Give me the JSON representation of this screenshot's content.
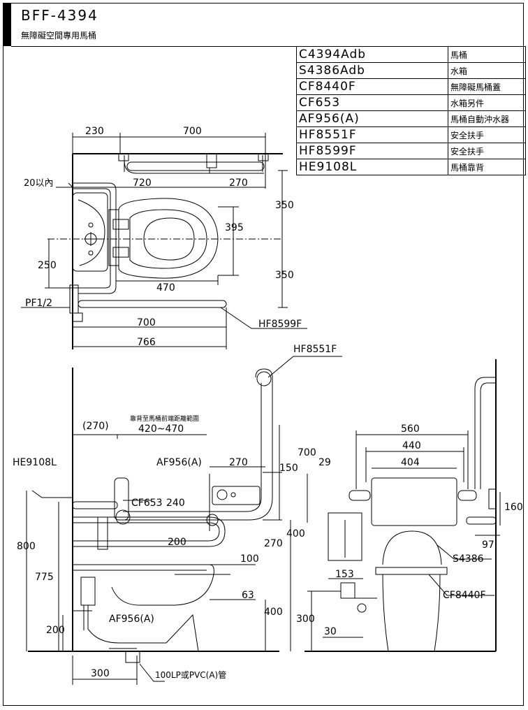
{
  "title": {
    "model": "BFF-4394",
    "subtitle": "無障礙空間專用馬桶"
  },
  "parts": [
    {
      "code": "C4394Adb",
      "name": "馬桶"
    },
    {
      "code": "S4386Adb",
      "name": "水箱"
    },
    {
      "code": "CF8440F",
      "name": "無障礙馬桶蓋"
    },
    {
      "code": "CF653",
      "name": "水箱另件"
    },
    {
      "code": "AF956(A)",
      "name": "馬桶自動沖水器"
    },
    {
      "code": "HF8551F",
      "name": "安全扶手"
    },
    {
      "code": "HF8599F",
      "name": "安全扶手"
    },
    {
      "code": "HE9108L",
      "name": "馬桶靠背"
    }
  ],
  "plan": {
    "d230": "230",
    "d700_top": "700",
    "d720": "720",
    "d270_top": "270",
    "d20": "20以內",
    "d350_a": "350",
    "d395": "395",
    "d250": "250",
    "d350_b": "350",
    "d470": "470",
    "pf": "PF1/2",
    "d700_bot": "700",
    "hf8599": "HF8599F",
    "d766": "766"
  },
  "side": {
    "hf8551": "HF8551F",
    "note": "靠背至馬桶前端距離範圍",
    "d270p": "(270)",
    "d420": "420~470",
    "he9108": "HE9108L",
    "af956_top": "AF956(A)",
    "d270": "270",
    "d150": "150",
    "d700": "700",
    "cf653": "CF653",
    "d240": "240",
    "d800": "800",
    "d775": "775",
    "d200_mid": "200",
    "d270_b": "270",
    "d400_a": "400",
    "d100": "100",
    "d63": "63",
    "d400_b": "400",
    "af956_bot": "AF956(A)",
    "d200": "200",
    "d300": "300",
    "pipe": "100LP或PVC(A)管"
  },
  "front": {
    "d560": "560",
    "d440": "440",
    "d29": "29",
    "d404": "404",
    "d160": "160",
    "d97": "97",
    "s4386": "S4386",
    "d153": "153",
    "cf8440": "CF8440F",
    "d300": "300",
    "d30": "30"
  }
}
